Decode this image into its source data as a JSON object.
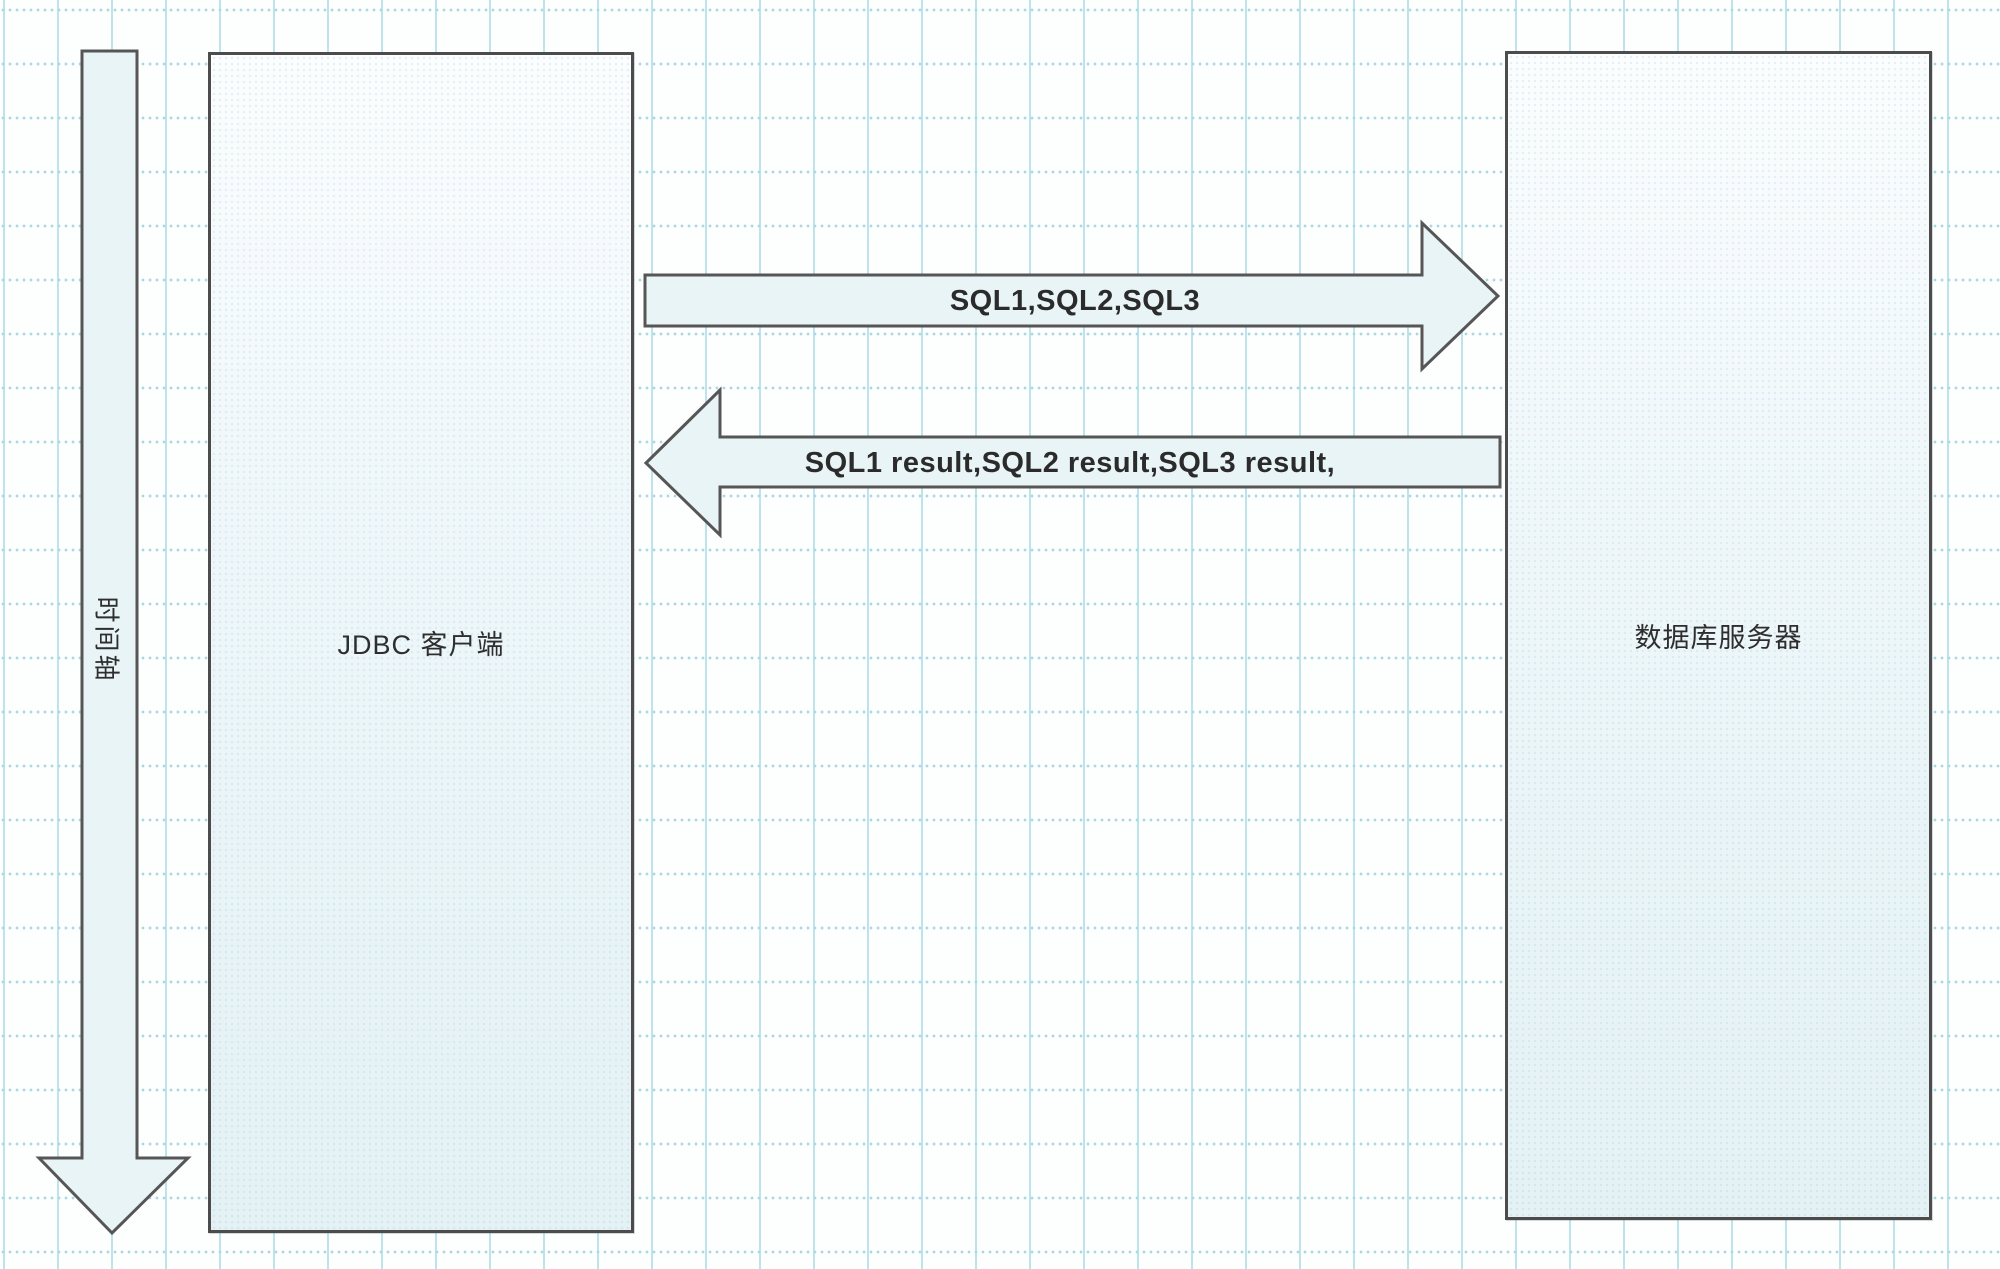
{
  "diagram": {
    "time_axis": {
      "label": "时间轴"
    },
    "client_box": {
      "label": "JDBC 客户端"
    },
    "server_box": {
      "label": "数据库服务器"
    },
    "request_arrow": {
      "label": "SQL1,SQL2,SQL3"
    },
    "response_arrow": {
      "label": "SQL1 result,SQL2 result,SQL3 result,"
    },
    "colors": {
      "grid_line": "#a8dae6",
      "canvas_bg": "#fdfefe",
      "shape_fill": "#e9f4f7",
      "shape_border": "#4c4c4c",
      "label_text": "#2e2e2e"
    }
  }
}
